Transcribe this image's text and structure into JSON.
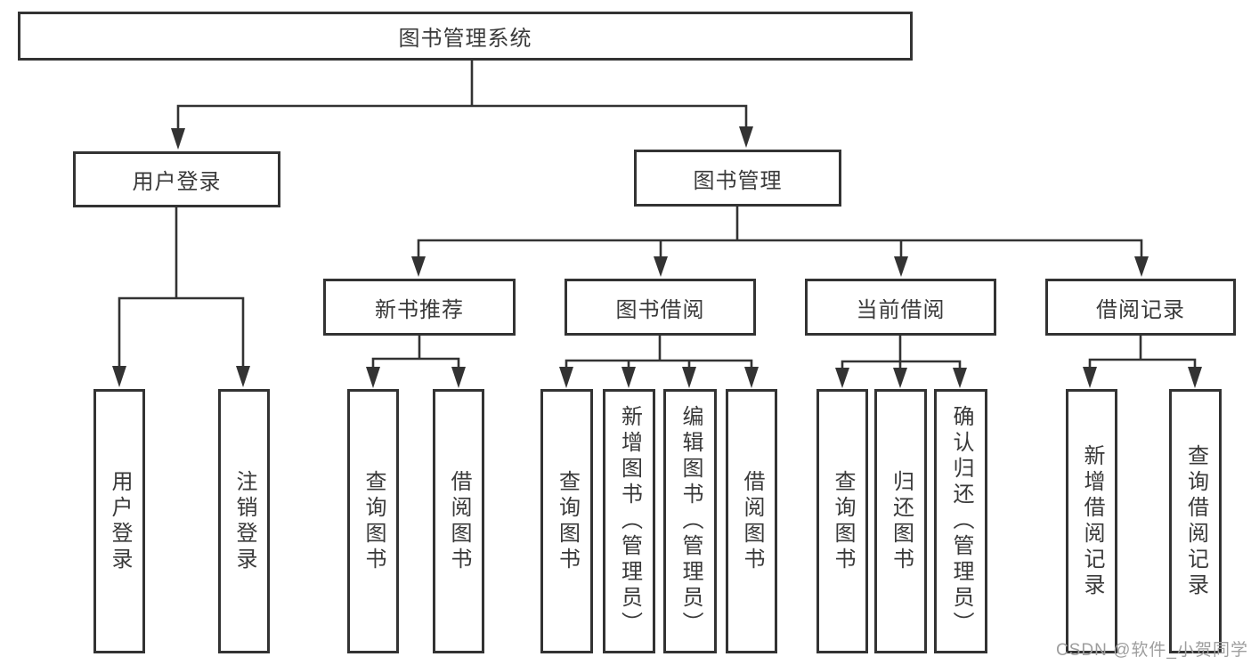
{
  "colors": {
    "line": "#333333",
    "text": "#3a3a3a",
    "watermark": "#9e9e9e",
    "background": "#ffffff"
  },
  "watermark": {
    "text": "CSDN @软件_小贺同学"
  },
  "diagram": {
    "type": "hierarchy-diagram",
    "root": {
      "label": "图书管理系统"
    },
    "branches": [
      {
        "label": "用户登录",
        "leaves": [
          {
            "label": "用户登录"
          },
          {
            "label": "注销登录"
          }
        ]
      },
      {
        "label": "图书管理",
        "groups": [
          {
            "label": "新书推荐",
            "leaves": [
              {
                "label": "查询图书"
              },
              {
                "label": "借阅图书"
              }
            ]
          },
          {
            "label": "图书借阅",
            "leaves": [
              {
                "label": "查询图书"
              },
              {
                "label": "新增图书（管理员）"
              },
              {
                "label": "编辑图书（管理员）"
              },
              {
                "label": "借阅图书"
              }
            ]
          },
          {
            "label": "当前借阅",
            "leaves": [
              {
                "label": "查询图书"
              },
              {
                "label": "归还图书"
              },
              {
                "label": "确认归还（管理员）"
              }
            ]
          },
          {
            "label": "借阅记录",
            "leaves": [
              {
                "label": "新增借阅记录"
              },
              {
                "label": "查询借阅记录"
              }
            ]
          }
        ]
      }
    ]
  }
}
